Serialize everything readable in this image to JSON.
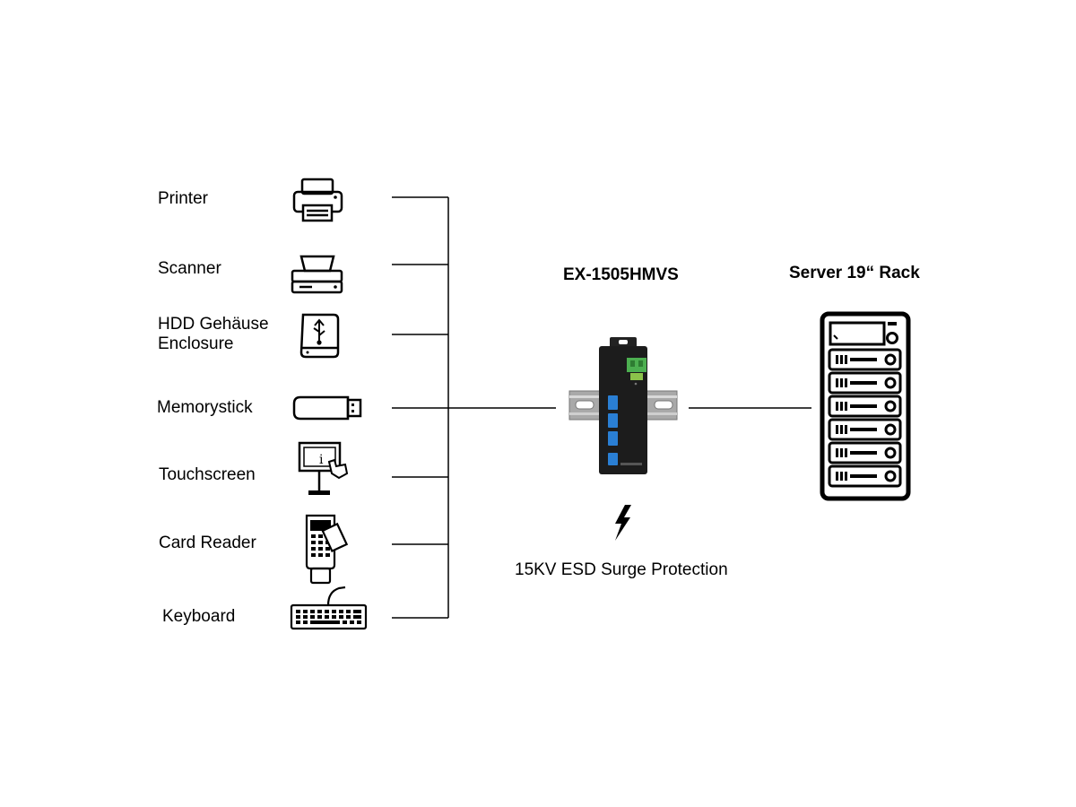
{
  "devices": [
    {
      "label": "Printer",
      "icon": "printer-icon"
    },
    {
      "label": "Scanner",
      "icon": "scanner-icon"
    },
    {
      "label": "HDD Gehäuse",
      "label2": "Enclosure",
      "icon": "hdd-enclosure-icon"
    },
    {
      "label": "Memorystick",
      "icon": "memorystick-icon"
    },
    {
      "label": "Touchscreen",
      "icon": "touchscreen-kiosk-icon"
    },
    {
      "label": "Card Reader",
      "icon": "card-reader-icon"
    },
    {
      "label": "Keyboard",
      "icon": "keyboard-icon"
    }
  ],
  "hub": {
    "title": "EX-1505HMVS",
    "caption": "15KV ESD Surge Protection",
    "icon": "lightning-bolt-icon"
  },
  "server": {
    "title": "Server 19“ Rack",
    "icon": "server-rack-icon"
  },
  "colors": {
    "line": "#000000",
    "hub_body": "#1c1c1c",
    "port_blue": "#2a7fd4",
    "terminal_green": "#4caf50",
    "rail": "#9a9a9a"
  }
}
